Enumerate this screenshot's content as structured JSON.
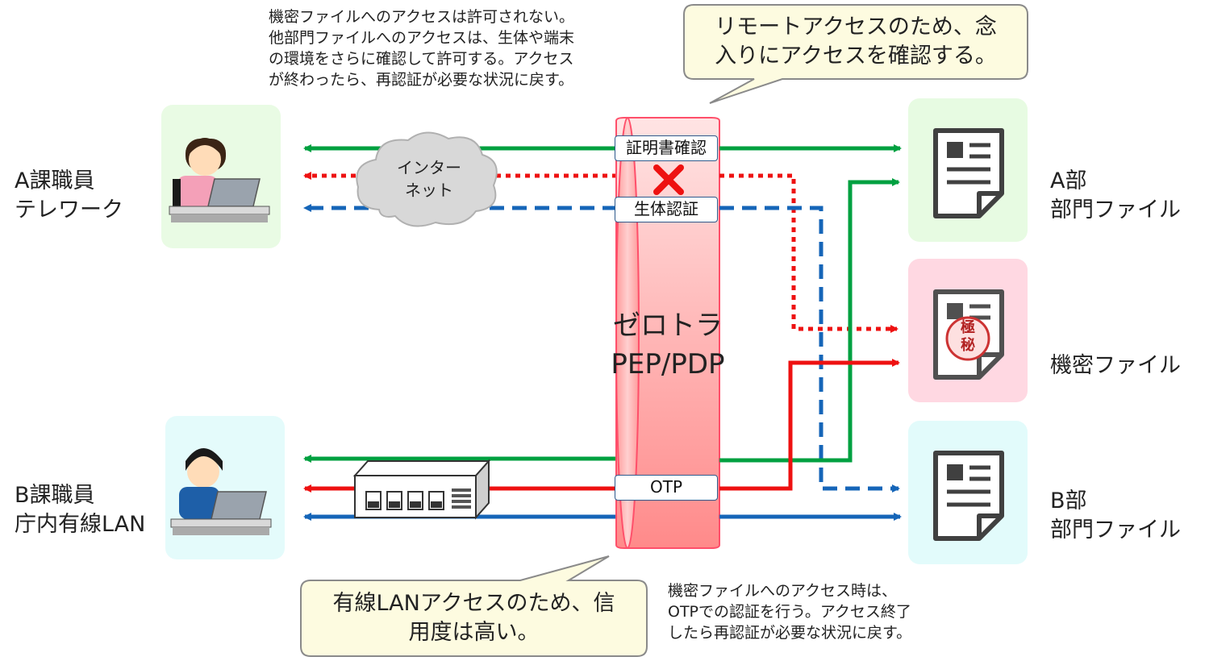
{
  "users": {
    "a": {
      "line1": "A課職員",
      "line2": "テレワーク"
    },
    "b": {
      "line1": "B課職員",
      "line2": "庁内有線LAN"
    }
  },
  "files": {
    "a": {
      "line1": "A部",
      "line2": "部門ファイル"
    },
    "secret": {
      "line1": "機密ファイル",
      "stamp_top": "極",
      "stamp_bottom": "秘"
    },
    "b": {
      "line1": "B部",
      "line2": "部門ファイル"
    }
  },
  "cloud": {
    "line1": "インター",
    "line2": "ネット"
  },
  "gateway": {
    "line1": "ゼロトラ",
    "line2": "PEP/PDP"
  },
  "checks": {
    "cert": "証明書確認",
    "bio": "生体認証",
    "otp": "OTP"
  },
  "callouts": {
    "remote": {
      "line1": "リモートアクセスのため、念",
      "line2": "入りにアクセスを確認する。"
    },
    "wired": {
      "line1": "有線LANアクセスのため、信",
      "line2": "用度は高い。"
    }
  },
  "notes": {
    "top": [
      "機密ファイルへのアクセスは許可されない。",
      "他部門ファイルへのアクセスは、生体や端末",
      "の環境をさらに確認して許可する。アクセス",
      "が終わったら、再認証が必要な状況に戻す。"
    ],
    "bottom": [
      "機密ファイルへのアクセス時は、",
      "OTPでの認証を行う。アクセス終了",
      "したら再認証が必要な状況に戻す。"
    ]
  },
  "colors": {
    "green": "#00a040",
    "red": "#ee1111",
    "blue": "#1565b8",
    "gateway": "#ff8a8a"
  }
}
